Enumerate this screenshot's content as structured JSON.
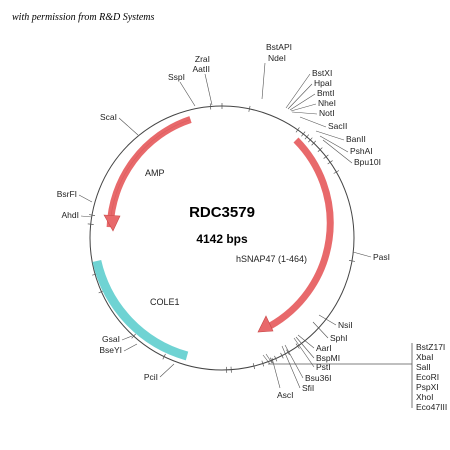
{
  "credit": "with permission from R&D Systems",
  "plasmid": {
    "name": "RDC3579",
    "size_label": "4142 bps"
  },
  "features": [
    {
      "name": "AMP",
      "type": "gene",
      "color": "#e8696b"
    },
    {
      "name": "hSNAP47 (1-464)",
      "type": "gene",
      "color": "#e8696b"
    },
    {
      "name": "COLE1",
      "type": "origin",
      "color": "#6fd3d3"
    }
  ],
  "sites": {
    "top": [
      "ZraI",
      "AatII",
      "SspI",
      "BstAPI",
      "NdeI"
    ],
    "upper_right": [
      "BstXI",
      "HpaI",
      "BmtI",
      "NheI",
      "NotI",
      "SacII",
      "BanII",
      "PshAI",
      "Bpu10I"
    ],
    "right": [
      "PasI"
    ],
    "lower_right": [
      "NsiI",
      "SphI",
      "AarI",
      "BspMI",
      "PstI",
      "Bsu36I",
      "SfiI",
      "AscI"
    ],
    "mcs_box": [
      "BstZ17I",
      "XbaI",
      "SalI",
      "EcoRI",
      "PspXI",
      "XhoI",
      "Eco47III"
    ],
    "left": [
      "ScaI",
      "BsrFI",
      "AhdI",
      "GsaI",
      "BseYI",
      "PciI"
    ]
  }
}
